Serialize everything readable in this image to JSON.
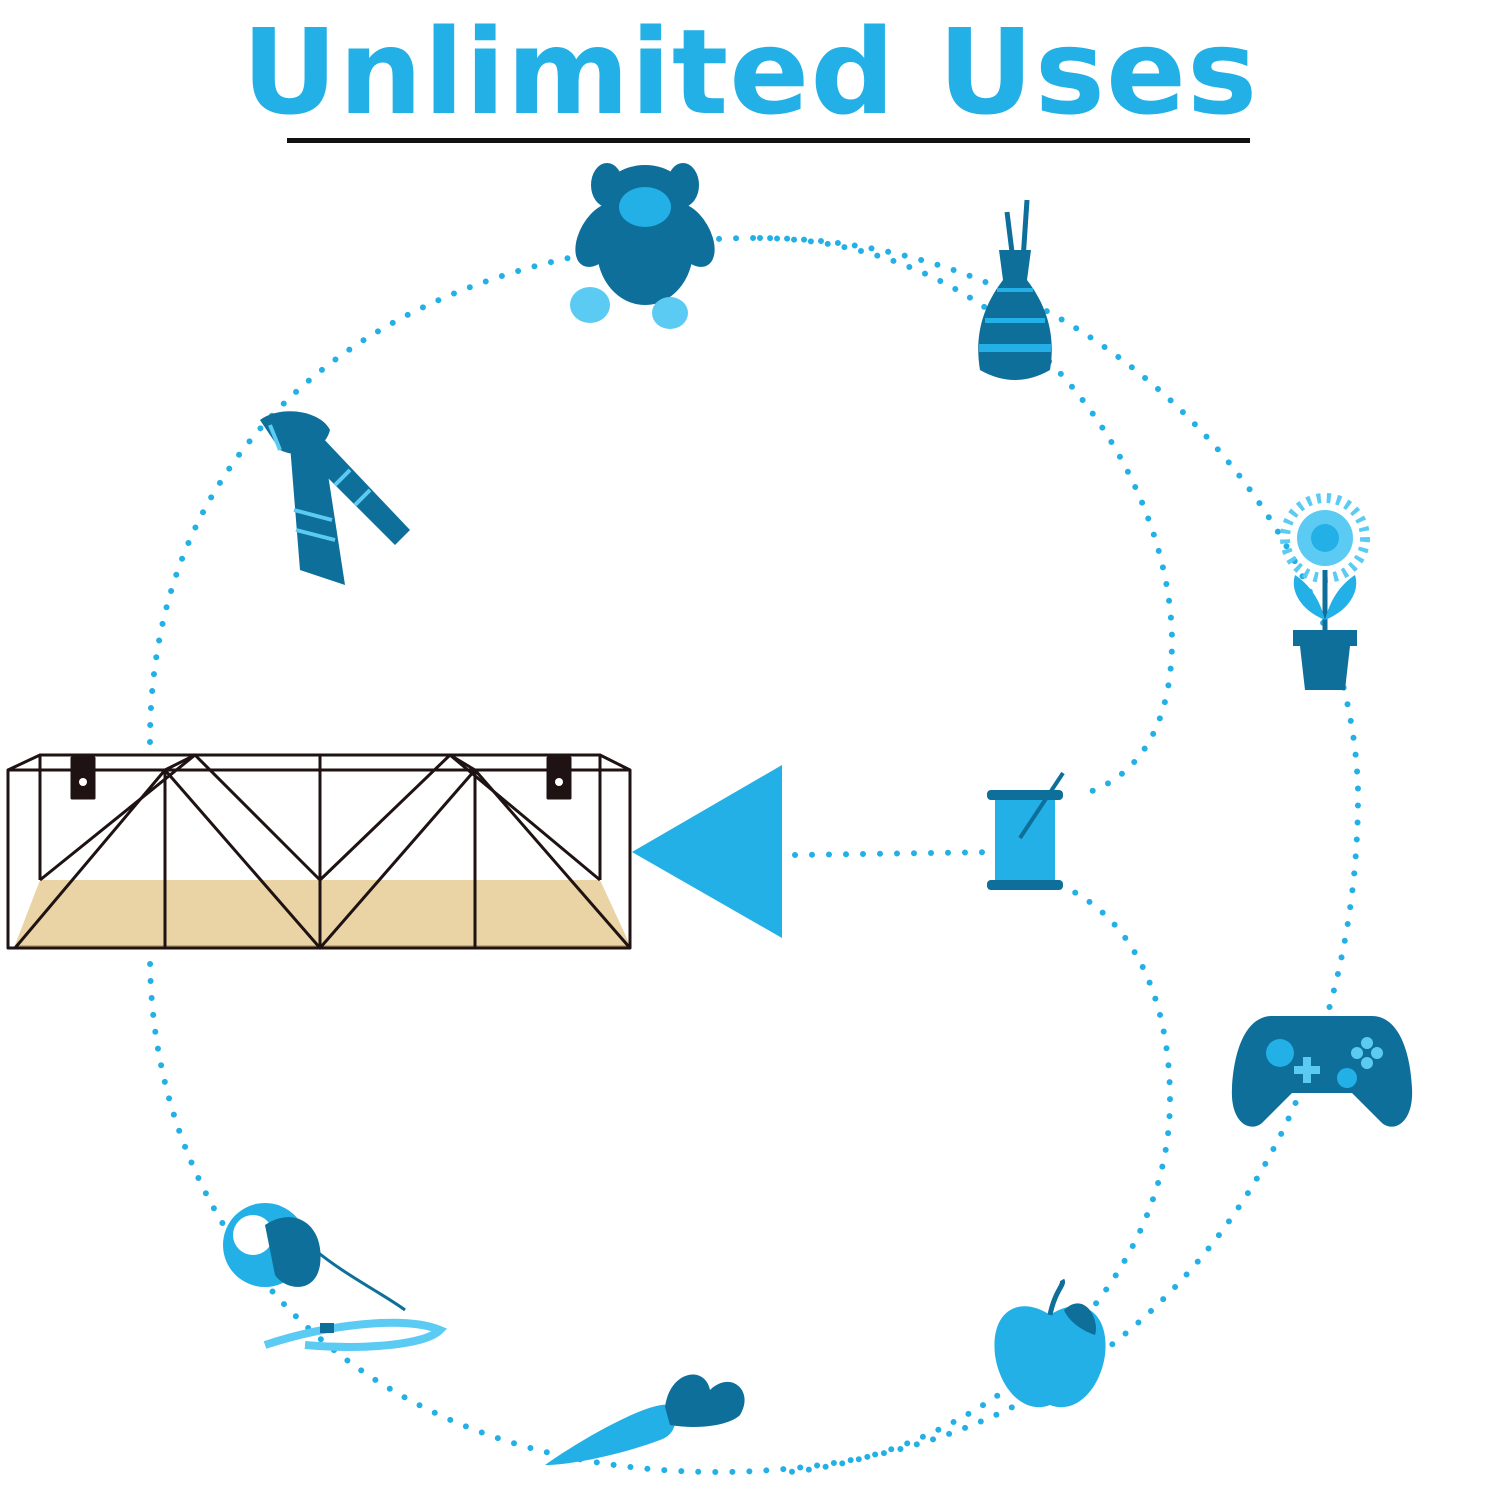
{
  "title": "Unlimited Uses",
  "colors": {
    "accent": "#22b0e6",
    "dark_teal": "#0d6f9a",
    "light_blue": "#5ccbf3",
    "title_underline": "#111111",
    "shelf_wire": "#1e1212",
    "shelf_wood": "#ead4a6"
  },
  "illustration": {
    "center_item": "wire-shelf-with-wood-base",
    "pointer": "arrow-pointing-left",
    "icons": [
      "plush-toy-icon",
      "vase-icon",
      "flower-pot-icon",
      "thread-spool-icon",
      "game-controller-icon",
      "apple-icon",
      "carrot-icon",
      "dog-leash-icon",
      "scarf-icon"
    ]
  }
}
